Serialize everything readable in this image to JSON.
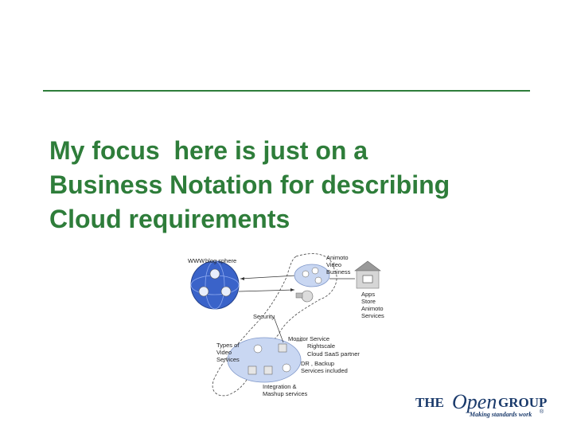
{
  "headline": {
    "lines": [
      "My focus  here is just on a",
      "Business Notation for describing",
      "Cloud requirements"
    ]
  },
  "diagram": {
    "labels": {
      "www": "WWW",
      "blog": "blog sphere",
      "animoto1": "Animoto",
      "animoto2": "Video",
      "animoto3": "Business",
      "apps1": "Apps",
      "apps2": "Store",
      "apps3": "Animoto",
      "apps4": "Services",
      "security": "Security",
      "types1": "Types of",
      "types2": "Video",
      "types3": "Services",
      "monitor": "Monitor Service",
      "rightscale": "Rightscale",
      "saas": "Cloud SaaS  partner",
      "dr1": "DR , Backup",
      "dr2": "Services included",
      "integ1": "Integration &",
      "integ2": "Mashup services"
    }
  },
  "logo": {
    "the": "THE",
    "open": "Open",
    "group": "GROUP",
    "tagline": "Making standards work",
    "registered": "®"
  },
  "colors": {
    "accent_green": "#2e7d3a",
    "logo_blue": "#1a3a6b",
    "globe_blue": "#3a63c9",
    "cloud_blue": "#c9d7f2"
  }
}
